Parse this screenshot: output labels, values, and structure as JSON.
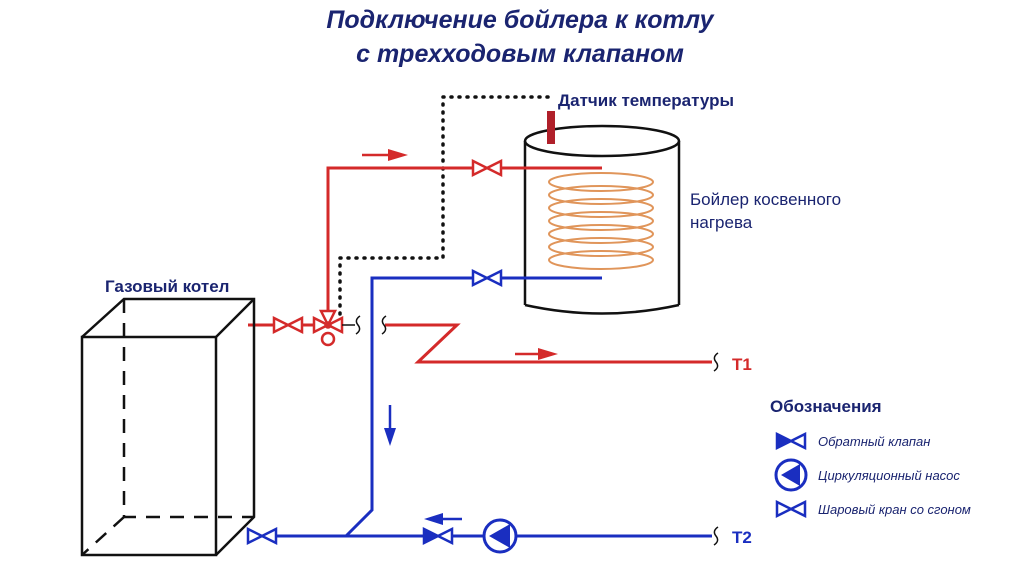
{
  "title": {
    "line1": "Подключение бойлера к котлу",
    "line2": "с трехходовым клапаном"
  },
  "labels": {
    "sensor": "Датчик температуры",
    "boiler_line1": "Бойлер косвенного",
    "boiler_line2": "нагрева",
    "gas_boiler": "Газовый котел",
    "t1": "T1",
    "t2": "T2"
  },
  "legend": {
    "heading": "Обозначения",
    "items": [
      {
        "icon": "check-valve-icon",
        "label": "Обратный клапан"
      },
      {
        "icon": "circulation-pump-icon",
        "label": "Циркуляционный насос"
      },
      {
        "icon": "ball-valve-icon",
        "label": "Шаровый кран со сгоном"
      }
    ]
  },
  "colors": {
    "supply": "#d42a2a",
    "return": "#1a2ec0",
    "text": "#1a2470",
    "coil": "#e0955a",
    "sensor": "#b0202a",
    "outline": "#111111"
  }
}
